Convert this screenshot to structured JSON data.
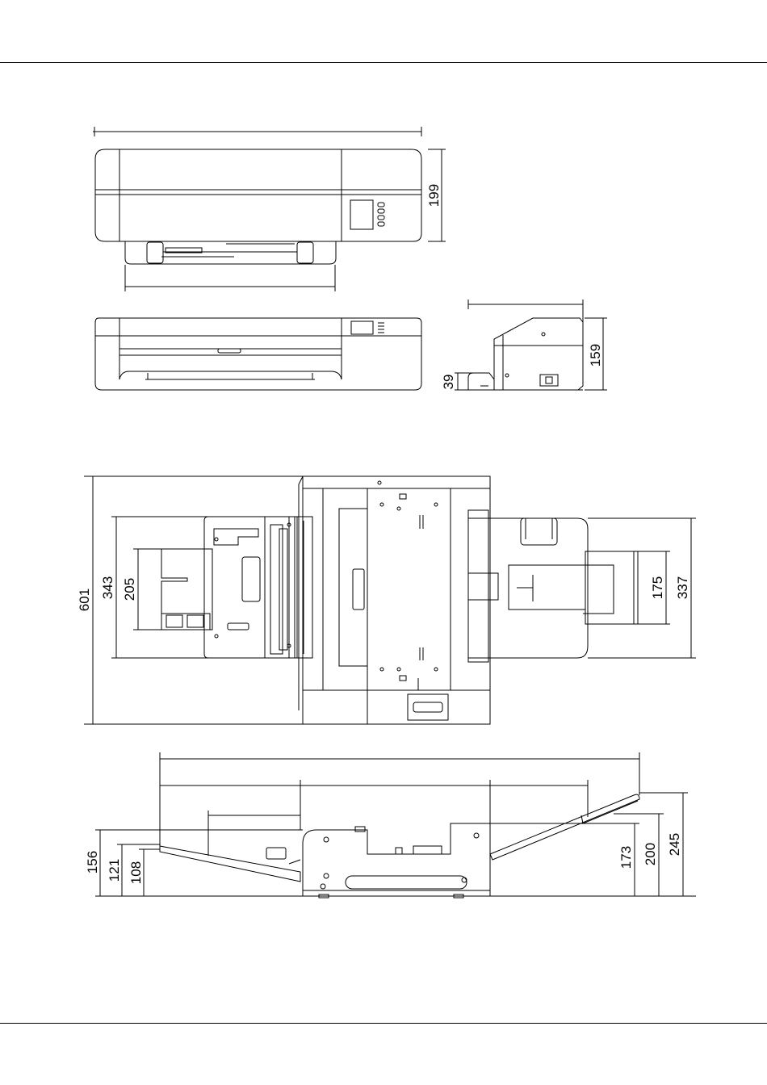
{
  "dimensions": {
    "top_height": "199",
    "side_total_height": "159",
    "side_tray_height": "39",
    "plan_total_depth": "601",
    "plan_left_tray_depth": "343",
    "plan_left_tray_inner": "205",
    "plan_right_tray_outer": "337",
    "plan_right_tray_inner": "175",
    "elev_left_outer": "156",
    "elev_left_mid": "121",
    "elev_left_inner": "108",
    "elev_right_173": "173",
    "elev_right_200": "200",
    "elev_right_245": "245"
  },
  "panel": {
    "button_count": 4
  }
}
